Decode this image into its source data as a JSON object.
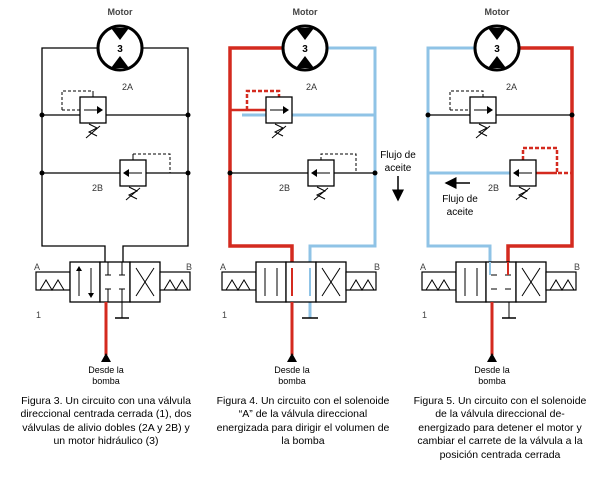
{
  "colors": {
    "pressure": "#d42a1f",
    "return": "#8fc3e6",
    "line": "#000000"
  },
  "panels": [
    {
      "motor_label": "Motor",
      "motor_number": "3",
      "valve_top_label": "2A",
      "valve_bottom_label": "2B",
      "port_a": "A",
      "port_b": "B",
      "directional_number": "1",
      "pump_label_line1": "Desde la",
      "pump_label_line2": "bomba",
      "flow_label_line1": "",
      "flow_label_line2": "",
      "caption": "Figura 3. Un circuito con una válvula direccional centrada cerrada (1), dos válvulas de alivio dobles (2A y 2B) y un motor hidráulico (3)"
    },
    {
      "motor_label": "Motor",
      "motor_number": "3",
      "valve_top_label": "2A",
      "valve_bottom_label": "2B",
      "port_a": "A",
      "port_b": "B",
      "directional_number": "1",
      "pump_label_line1": "Desde la",
      "pump_label_line2": "bomba",
      "flow_label_line1": "Flujo de",
      "flow_label_line2": "aceite",
      "caption": "Figura 4. Un circuito con el solenoide “A” de la válvula direccional energizada para dirigir el volumen de la bomba"
    },
    {
      "motor_label": "Motor",
      "motor_number": "3",
      "valve_top_label": "2A",
      "valve_bottom_label": "2B",
      "port_a": "A",
      "port_b": "B",
      "directional_number": "1",
      "pump_label_line1": "Desde la",
      "pump_label_line2": "bomba",
      "flow_label_line1": "Flujo de",
      "flow_label_line2": "aceite",
      "caption": "Figura 5. Un circuito con el solenoide de la válvula direccional de-energizado para detener el motor y cambiar el carrete de la válvula a la posición centrada cerrada"
    }
  ]
}
